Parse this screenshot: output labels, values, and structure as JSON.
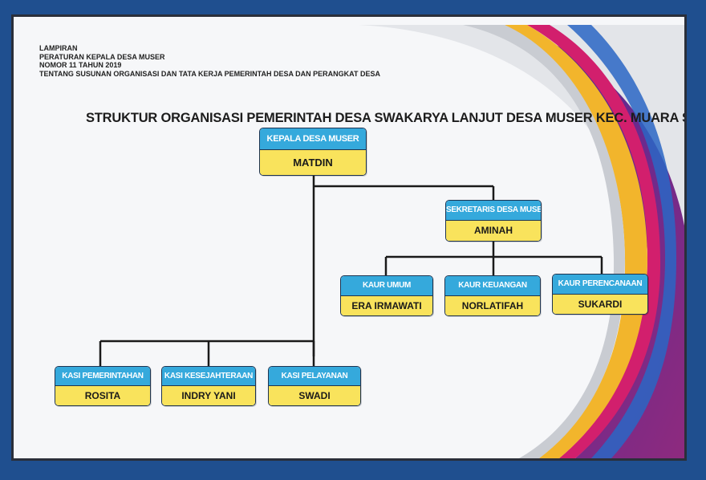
{
  "header": {
    "lines": [
      "LAMPIRAN",
      "PERATURAN KEPALA DESA MUSER",
      "NOMOR 11 TAHUN 2019",
      "TENTANG SUSUNAN ORGANISASI DAN TATA KERJA PEMERINTAH DESA DAN PERANGKAT DESA"
    ]
  },
  "title": "STRUKTUR ORGANISASI PEMERINTAH DESA SWAKARYA LANJUT DESA MUSER KEC. MUARA SAMU",
  "colors": {
    "role_bg": "#35a9dc",
    "name_bg": "#f9e35c",
    "border": "#1e3350",
    "frame": "#1f4f8f",
    "swoosh_purple": "#5b2a86",
    "swoosh_magenta": "#d21f6d",
    "swoosh_yellow": "#f2b52c",
    "swoosh_blue": "#2a66c4"
  },
  "nodes": {
    "kepala": {
      "role": "KEPALA DESA MUSER",
      "name": "MATDIN"
    },
    "sekretaris": {
      "role": "SEKRETARIS DESA MUSER",
      "name": "AMINAH"
    },
    "kaur_umum": {
      "role": "KAUR UMUM",
      "name": "ERA IRMAWATI"
    },
    "kaur_keuangan": {
      "role": "KAUR KEUANGAN",
      "name": "NORLATIFAH"
    },
    "kaur_perencanaan": {
      "role": "KAUR PERENCANAAN",
      "name": "SUKARDI"
    },
    "kasi_pemerintahan": {
      "role": "KASI PEMERINTAHAN",
      "name": "ROSITA"
    },
    "kasi_kesejahteraan": {
      "role": "KASI KESEJAHTERAAN",
      "name": "INDRY YANI"
    },
    "kasi_pelayanan": {
      "role": "KASI PELAYANAN",
      "name": "SWADI"
    }
  }
}
